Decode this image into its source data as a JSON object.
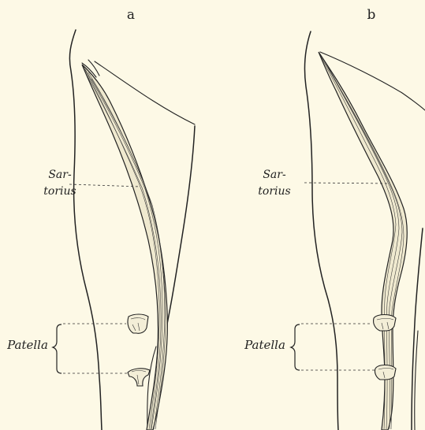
{
  "figure": {
    "panel_a": {
      "letter": "a"
    },
    "panel_b": {
      "letter": "b"
    },
    "labels": {
      "sartorius_line1": "Sar-",
      "sartorius_line2": "torius",
      "patella": "Patella"
    }
  }
}
